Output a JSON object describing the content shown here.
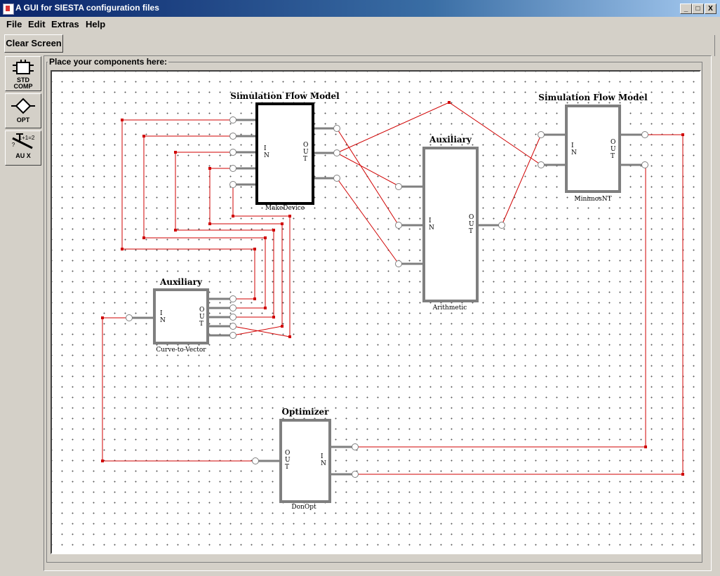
{
  "window": {
    "title": "A GUI for SIESTA configuration files",
    "buttons": [
      "_",
      "□",
      "X"
    ]
  },
  "menu": [
    {
      "label": "File",
      "mnemonic": "F"
    },
    {
      "label": "Edit",
      "mnemonic": "E"
    },
    {
      "label": "Extras",
      "mnemonic": "x"
    },
    {
      "label": "Help",
      "mnemonic": "H"
    }
  ],
  "toolbar": {
    "clear_screen": "Clear Screen",
    "tools": [
      {
        "name": "std-comp",
        "label1": "STD",
        "label2": "COMP"
      },
      {
        "name": "opt",
        "label1": "OPT"
      },
      {
        "name": "aux",
        "label1": "AU X",
        "formula": "1+1=2",
        "q": "?"
      }
    ]
  },
  "workspace": {
    "title": "Place your components here:"
  },
  "components": {
    "make_device": {
      "title": "Simulation Flow Model",
      "subtitle": "MakeDevice",
      "in_label": "I\nN",
      "out_label": "O\nU\nT"
    },
    "arithmetic": {
      "title": "Auxiliary",
      "subtitle": "Arithmetic",
      "in_label": "I\nN",
      "out_label": "O\nU\nT"
    },
    "minimos": {
      "title": "Simulation Flow Model",
      "subtitle": "MinimosNT",
      "in_label": "I\nN",
      "out_label": "O\nU\nT"
    },
    "curve_to_vector": {
      "title": "Auxiliary",
      "subtitle": "Curve-to-Vector",
      "in_label": "I\nN",
      "out_label": "O\nU\nT"
    },
    "donopt": {
      "title": "Optimizer",
      "subtitle": "DonOpt",
      "in_label": "I\nN",
      "out_label": "O\nU\nT"
    }
  },
  "colors": {
    "wire": "#d00000",
    "component_border": "#7f7f7f",
    "selected_border": "#000000",
    "canvas": "#ffffff",
    "titlebar": "#0a246a"
  }
}
